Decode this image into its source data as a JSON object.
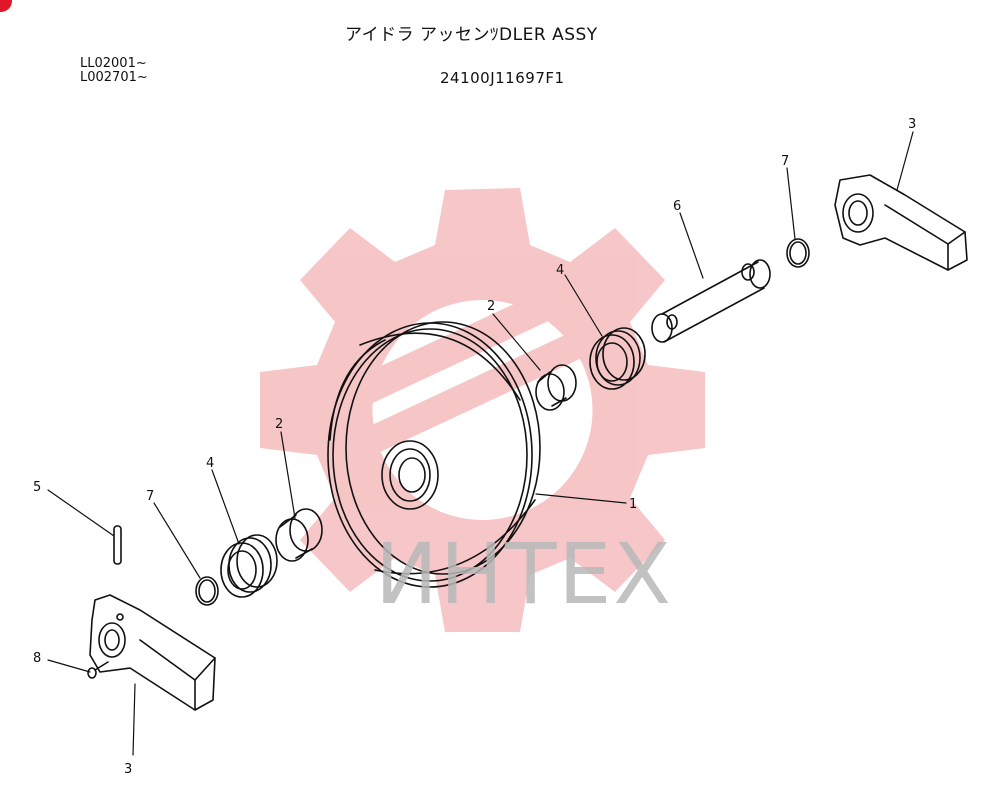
{
  "header": {
    "title": "アイドラ アッセンﾂDLER ASSY",
    "serial_line_1": "LL02001~",
    "serial_line_2": "L002701~",
    "part_number": "24100J11697F1"
  },
  "watermark": {
    "text": "ИНТЕХ"
  },
  "callouts": {
    "idler_wheel": "1",
    "bushing_right": "2",
    "bushing_left": "2",
    "support_right": "3",
    "support_left": "3",
    "seal_right": "4",
    "seal_left": "4",
    "pin": "5",
    "shaft": "6",
    "o_ring_right": "7",
    "o_ring_left": "7",
    "bolt": "8"
  },
  "colors": {
    "line": "#111111",
    "watermark_gear": "#f4b3b5",
    "watermark_text": "#b8b8b8",
    "corner_mark": "#e3162b"
  }
}
